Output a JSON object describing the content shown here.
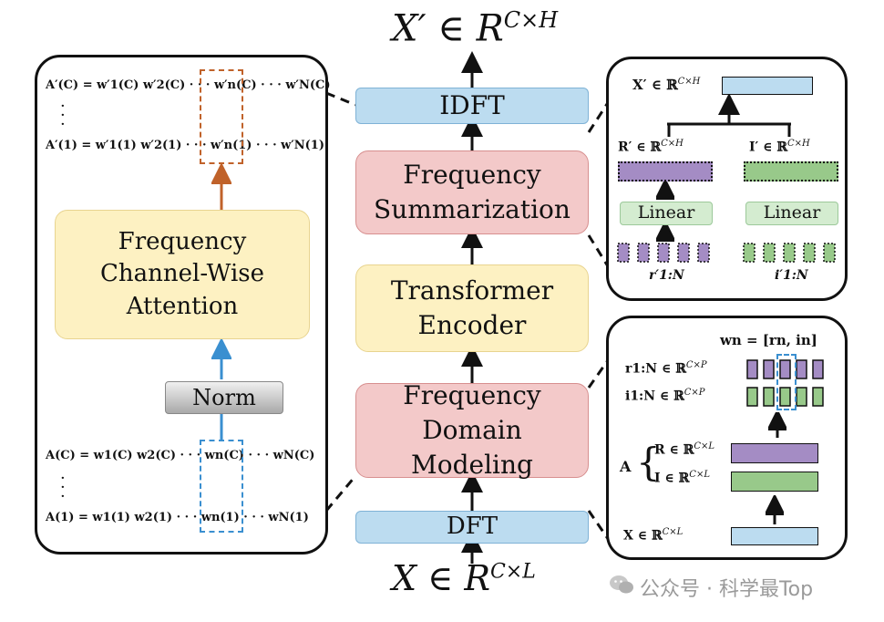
{
  "main": {
    "output_label": "X′ ∈ R",
    "output_sup": "C×H",
    "input_label": "X ∈ R",
    "input_sup": "C×L",
    "idft": "IDFT",
    "freq_summ_line1": "Frequency",
    "freq_summ_line2": "Summarization",
    "transformer_line1": "Transformer",
    "transformer_line2": "Encoder",
    "fdm_line1": "Frequency Domain",
    "fdm_line2": "Modeling",
    "dft": "DFT"
  },
  "left_panel": {
    "top_row_c": "A′(C) = w′1(C)  w′2(C)  ·  ·  ·  w′n(C)  ·  ·  ·  w′N(C)",
    "top_row_1": "A′(1) = w′1(1)  w′2(1)  ·  ·  ·  w′n(1)  ·  ·  ·  w′N(1)",
    "attention_line1": "Frequency",
    "attention_line2": "Channel-Wise",
    "attention_line3": "Attention",
    "norm": "Norm",
    "bottom_row_c": "A(C) = w1(C)  w2(C)  ·  ·  ·  wn(C)  ·  ·  ·  wN(C)",
    "bottom_row_1": "A(1) = w1(1)  w2(1)  ·  ·  ·  wn(1)  ·  ·  ·  wN(1)"
  },
  "right_top_panel": {
    "x_prime": "X′ ∈ ℝ",
    "x_prime_sup": "C×H",
    "r_prime": "R′ ∈ ℝ",
    "r_prime_sup": "C×H",
    "i_prime": "I′ ∈ ℝ",
    "i_prime_sup": "C×H",
    "linear_left": "Linear",
    "linear_right": "Linear",
    "r_tokens": "r′1:N",
    "i_tokens": "i′1:N"
  },
  "right_bottom_panel": {
    "w_def": "wn = [rn, in]",
    "r_seq": "r1:N ∈ ℝ",
    "r_seq_sup": "C×P",
    "i_seq": "i1:N ∈ ℝ",
    "i_seq_sup": "C×P",
    "a_label": "A",
    "r_mat": "R ∈ ℝ",
    "r_mat_sup": "C×L",
    "i_mat": "I ∈ ℝ",
    "i_mat_sup": "C×L",
    "x_in": "X ∈ ℝ",
    "x_in_sup": "C×L"
  },
  "watermark": "公众号 · 科学最Top",
  "colors": {
    "blue_fill": "#bcdcf0",
    "pink_fill": "#f3c9c9",
    "yellow_fill": "#fdf1c2",
    "purple": "#a48cc4",
    "green": "#98c98a",
    "orange_arrow": "#c0622a",
    "blue_arrow": "#3a8fd0"
  }
}
